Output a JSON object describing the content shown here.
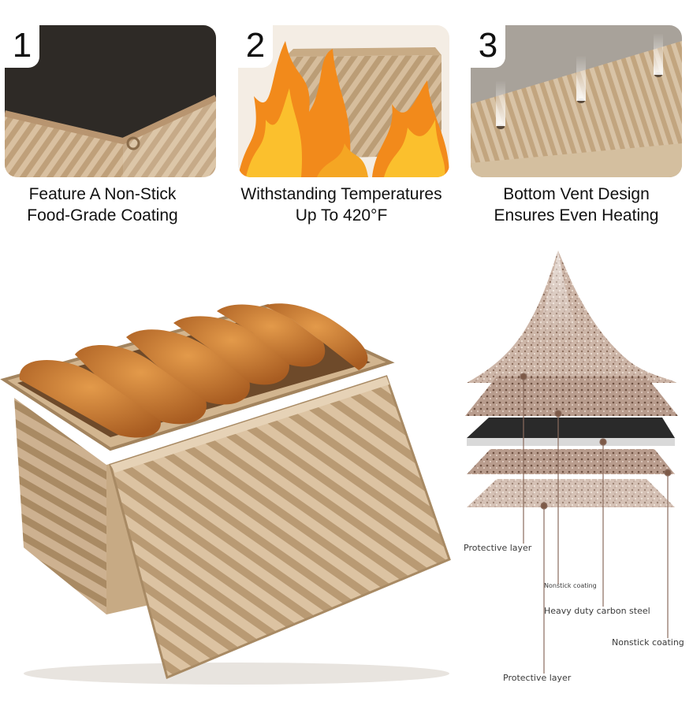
{
  "features": [
    {
      "number": "1",
      "line1": "Feature A Non-Stick",
      "line2": "Food-Grade Coating"
    },
    {
      "number": "2",
      "line1": "Withstanding Temperatures",
      "line2": "Up To 420°F"
    },
    {
      "number": "3",
      "line1": "Bottom Vent Design",
      "line2": "Ensures Even Heating"
    }
  ],
  "layers": {
    "protective_layer_top": "Protective layer",
    "nonstick_coating_top": "Nonstick coating",
    "carbon_steel": "Heavy duty carbon steel",
    "nonstick_coating_bottom": "Nonstick coating",
    "protective_layer_bottom": "Protective layer"
  },
  "colors": {
    "gold": "#c9a57a",
    "gold_dark": "#9c7b55",
    "bread": "#c4762f",
    "flame": "#f28a1b"
  }
}
